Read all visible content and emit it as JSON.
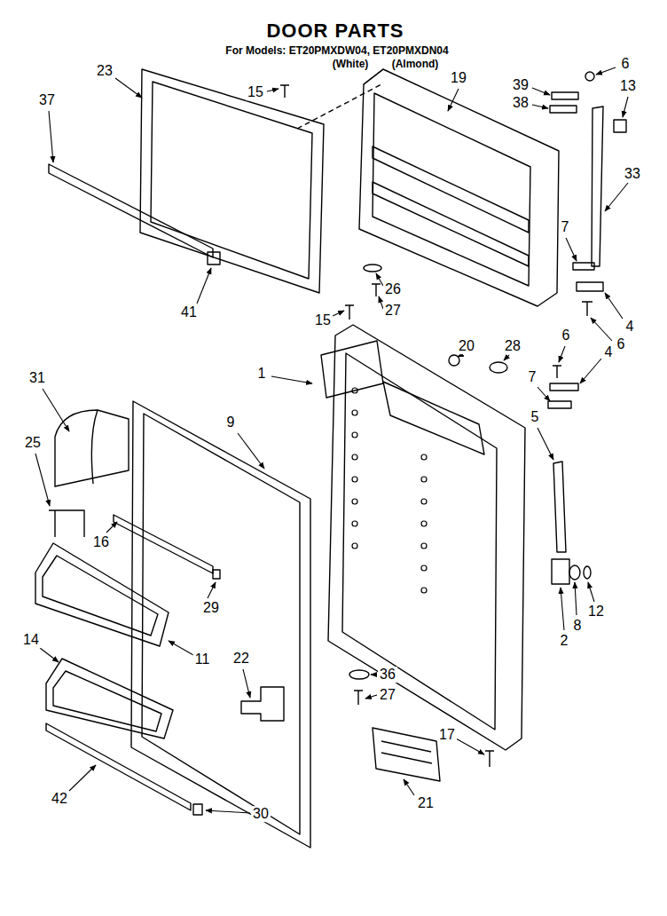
{
  "diagram": {
    "title": "DOOR PARTS",
    "labels": [
      "For Models: ET20PMXDW04, ET20PMXDN04",
      "(White)",
      "(Almond)",
      "6",
      "23",
      "19",
      "39",
      "13",
      "15",
      "37",
      "38",
      "33",
      "7",
      "26",
      "27",
      "41",
      "15",
      "4",
      "6",
      "6",
      "20",
      "28",
      "4",
      "1",
      "7",
      "31",
      "5",
      "9",
      "25",
      "16",
      "29",
      "12",
      "8",
      "14",
      "2",
      "22",
      "11",
      "36",
      "27",
      "17",
      "21",
      "42",
      "30"
    ]
  }
}
